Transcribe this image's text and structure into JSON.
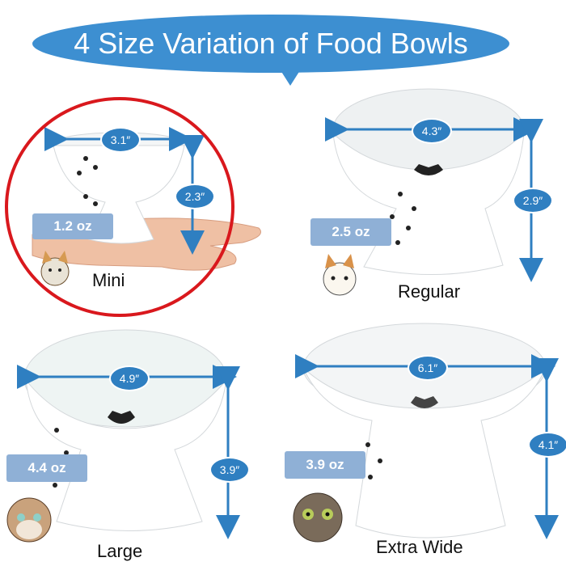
{
  "banner": {
    "title": "4 Size Variation of Food Bowls"
  },
  "colors": {
    "banner": "#3d8fd1",
    "dimension_arrow": "#2f7fc1",
    "capacity_badge": "#8fb0d6",
    "highlight_ring": "#d9181d"
  },
  "bowls": [
    {
      "name": "Mini",
      "capacity": "1.2 oz",
      "width": "3.1″",
      "height": "2.3″"
    },
    {
      "name": "Regular",
      "capacity": "2.5 oz",
      "width": "4.3″",
      "height": "2.9″"
    },
    {
      "name": "Large",
      "capacity": "4.4 oz",
      "width": "4.9″",
      "height": "3.9″"
    },
    {
      "name": "Extra Wide",
      "capacity": "3.9 oz",
      "width": "6.1″",
      "height": "4.1″"
    }
  ]
}
